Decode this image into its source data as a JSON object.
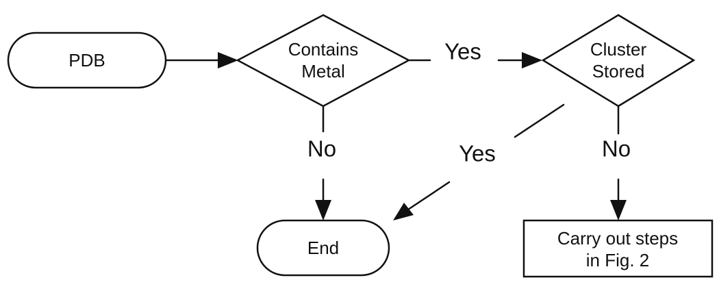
{
  "nodes": {
    "pdb": {
      "label": "PDB"
    },
    "contains_metal": {
      "line1": "Contains",
      "line2": "Metal"
    },
    "cluster_stored": {
      "line1": "Cluster",
      "line2": "Stored"
    },
    "end": {
      "label": "End"
    },
    "carry_out": {
      "line1": "Carry out steps",
      "line2": "in Fig. 2"
    }
  },
  "edges": {
    "metal_yes": {
      "label": "Yes"
    },
    "metal_no": {
      "label": "No"
    },
    "stored_yes": {
      "label": "Yes"
    },
    "stored_no": {
      "label": "No"
    }
  }
}
